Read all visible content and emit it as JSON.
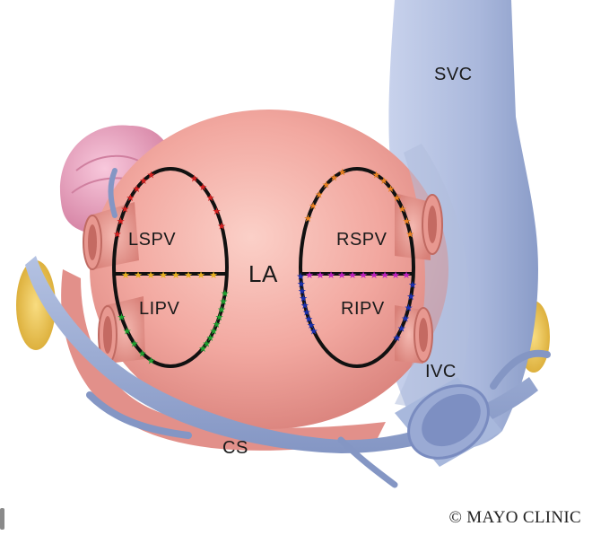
{
  "labels": {
    "svc": "SVC",
    "lspv": "LSPV",
    "rspv": "RSPV",
    "la": "LA",
    "lipv": "LIPV",
    "ripv": "RIPV",
    "ivc": "IVC",
    "cs": "CS"
  },
  "copyright": "© MAYO CLINIC",
  "colors": {
    "atrium": "#f2a8a0",
    "vein_blue": "#a8b8dc",
    "vein_pink": "#e89890",
    "appendage": "#eea8c0",
    "fat": "#e8c050",
    "ablation_line": "#111111",
    "markers_lspv": "#d42020",
    "markers_lspv_ridge": "#e8b020",
    "markers_lipv": "#20a030",
    "markers_rspv": "#e88020",
    "markers_ridge_right": "#c020c0",
    "markers_ripv": "#1a30b0"
  }
}
